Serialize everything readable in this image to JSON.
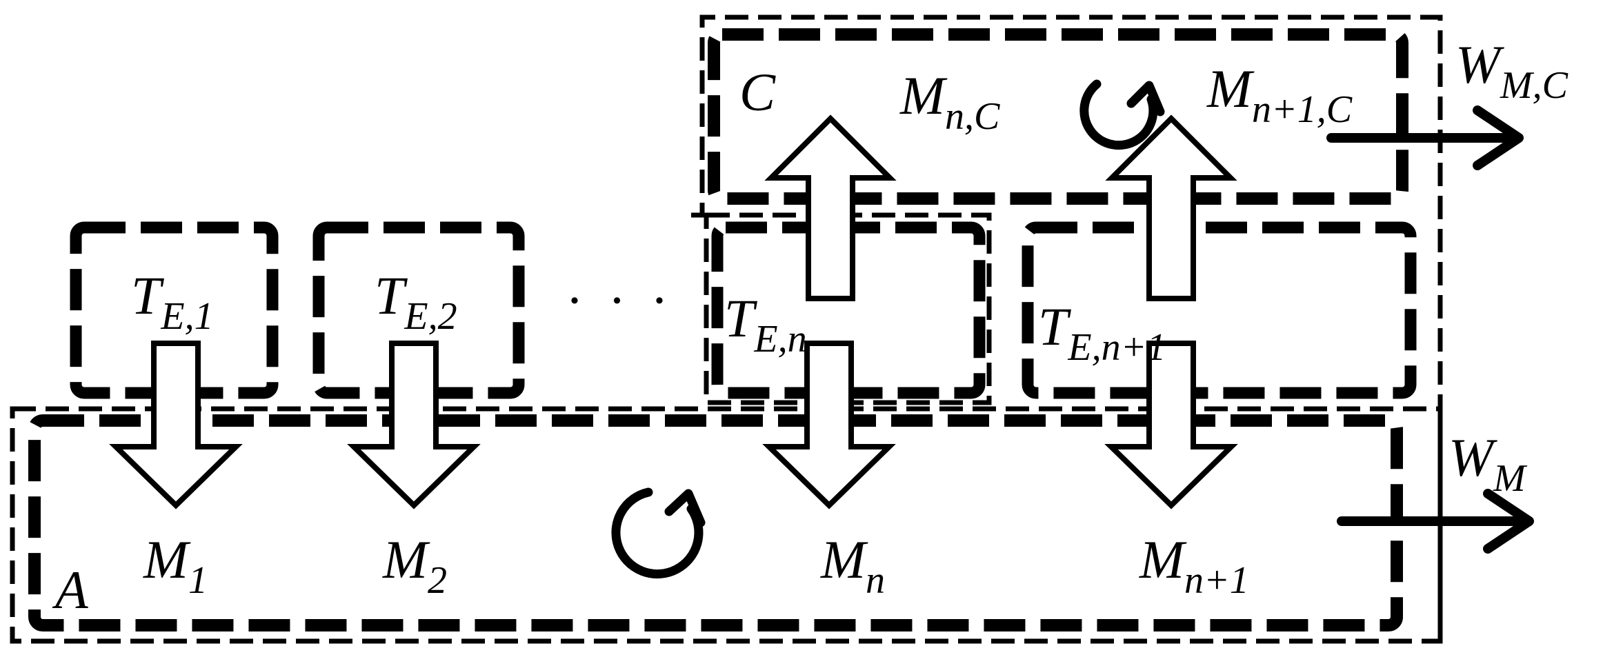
{
  "labels": {
    "region_a": "A",
    "region_c": "C",
    "t_e1": {
      "base": "T",
      "sub": "E,1"
    },
    "t_e2": {
      "base": "T",
      "sub": "E,2"
    },
    "t_en": {
      "base": "T",
      "sub": "E,n"
    },
    "t_en1": {
      "base": "T",
      "sub": "E,n+1"
    },
    "m1": {
      "base": "M",
      "sub": "1"
    },
    "m2": {
      "base": "M",
      "sub": "2"
    },
    "mn": {
      "base": "M",
      "sub": "n"
    },
    "mn1": {
      "base": "M",
      "sub": "n+1"
    },
    "mnc": {
      "base": "M",
      "sub": "n,C"
    },
    "mn1c": {
      "base": "M",
      "sub": "n+1,C"
    },
    "wmc": {
      "base": "W",
      "sub": "M,C"
    },
    "wm": {
      "base": "W",
      "sub": "M"
    },
    "ellipsis": "· · ·"
  },
  "colors": {
    "stroke": "#000000",
    "background": "#ffffff"
  }
}
